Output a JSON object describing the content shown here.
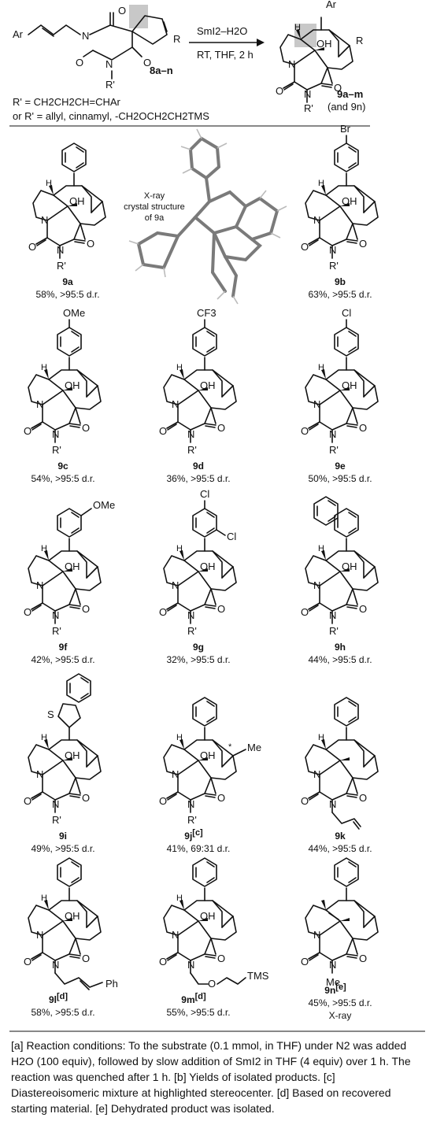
{
  "scheme": {
    "reactant_label": "8a–n",
    "product_label": "9a–m",
    "product_label_extra": "(and 9n)",
    "reagent": "SmI2–H2O",
    "conditions": "RT, THF, 2 h",
    "rprime_line1": "R' = CH2CH2CH=CHAr",
    "rprime_line2": "or R' = allyl, cinnamyl, -CH2OCH2CH2TMS",
    "atoms": {
      "Ar": "Ar",
      "N": "N",
      "O": "O",
      "R": "R",
      "Rp": "R'",
      "OH": "OH",
      "H": "H",
      "Me": "Me",
      "TMS": "TMS",
      "Ph": "Ph"
    }
  },
  "xray": {
    "line1": "X-ray",
    "line2": "crystal structure",
    "line3": "of 9a"
  },
  "compounds": [
    {
      "id": "9a",
      "yield": "58%, >95:5 d.r.",
      "substituent": ""
    },
    {
      "id": "9b",
      "yield": "63%, >95:5 d.r.",
      "substituent": "Br"
    },
    {
      "id": "9c",
      "yield": "54%, >95:5 d.r.",
      "substituent": "OMe"
    },
    {
      "id": "9d",
      "yield": "36%, >95:5 d.r.",
      "substituent": "CF3"
    },
    {
      "id": "9e",
      "yield": "50%, >95:5 d.r.",
      "substituent": "Cl"
    },
    {
      "id": "9f",
      "yield": "42%, >95:5 d.r.",
      "substituent": "OMe"
    },
    {
      "id": "9g",
      "yield": "32%, >95:5 d.r.",
      "substituent": "Cl"
    },
    {
      "id": "9h",
      "yield": "44%, >95:5 d.r.",
      "substituent": ""
    },
    {
      "id": "9i",
      "yield": "49%, >95:5 d.r.",
      "substituent": "S"
    },
    {
      "id": "9j",
      "sup": "[c]",
      "yield": "41%, 69:31 d.r.",
      "substituent": "Me"
    },
    {
      "id": "9k",
      "yield": "44%, >95:5 d.r.",
      "substituent": ""
    },
    {
      "id": "9l",
      "sup": "[d]",
      "yield": "58%, >95:5 d.r.",
      "substituent": "Ph"
    },
    {
      "id": "9m",
      "sup": "[d]",
      "yield": "55%, >95:5 d.r.",
      "substituent": "TMS"
    },
    {
      "id": "9n",
      "sup": "[e]",
      "yield": "45%, >95:5 d.r.",
      "extra": "X-ray",
      "substituent": "Me"
    }
  ],
  "footnote": "[a] Reaction conditions: To the substrate (0.1 mmol, in THF) under N2 was added H2O (100 equiv), followed by slow addition of SmI2 in THF (4 equiv) over 1 h. The reaction was quenched after 1 h. [b] Yields of isolated products. [c] Diastereoisomeric mixture at highlighted stereocenter. [d] Based on recovered starting material. [e] Dehydrated product was isolated."
}
